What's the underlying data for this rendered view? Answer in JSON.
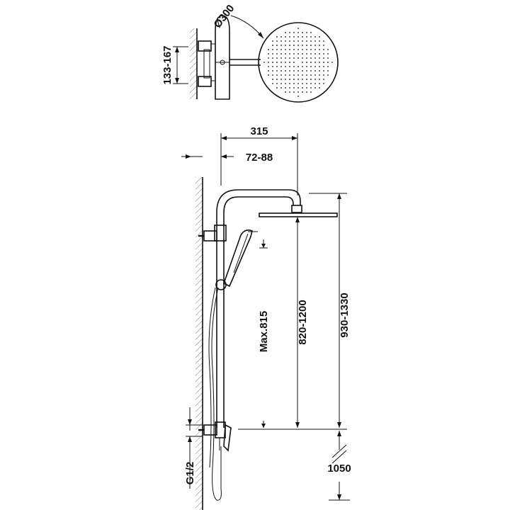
{
  "dimensions": {
    "head_diameter": "Ø300",
    "wall_distance": "133-167",
    "arm_reach": "315",
    "bar_offset": "72-88",
    "max_handshower": "Max.815",
    "head_height_range": "820-1200",
    "total_height_range": "930-1330",
    "inlet_thread": "G1/2",
    "inlet_height": "1050"
  },
  "colors": {
    "line": "#111111",
    "hatch": "#777777",
    "background": "#ffffff"
  }
}
